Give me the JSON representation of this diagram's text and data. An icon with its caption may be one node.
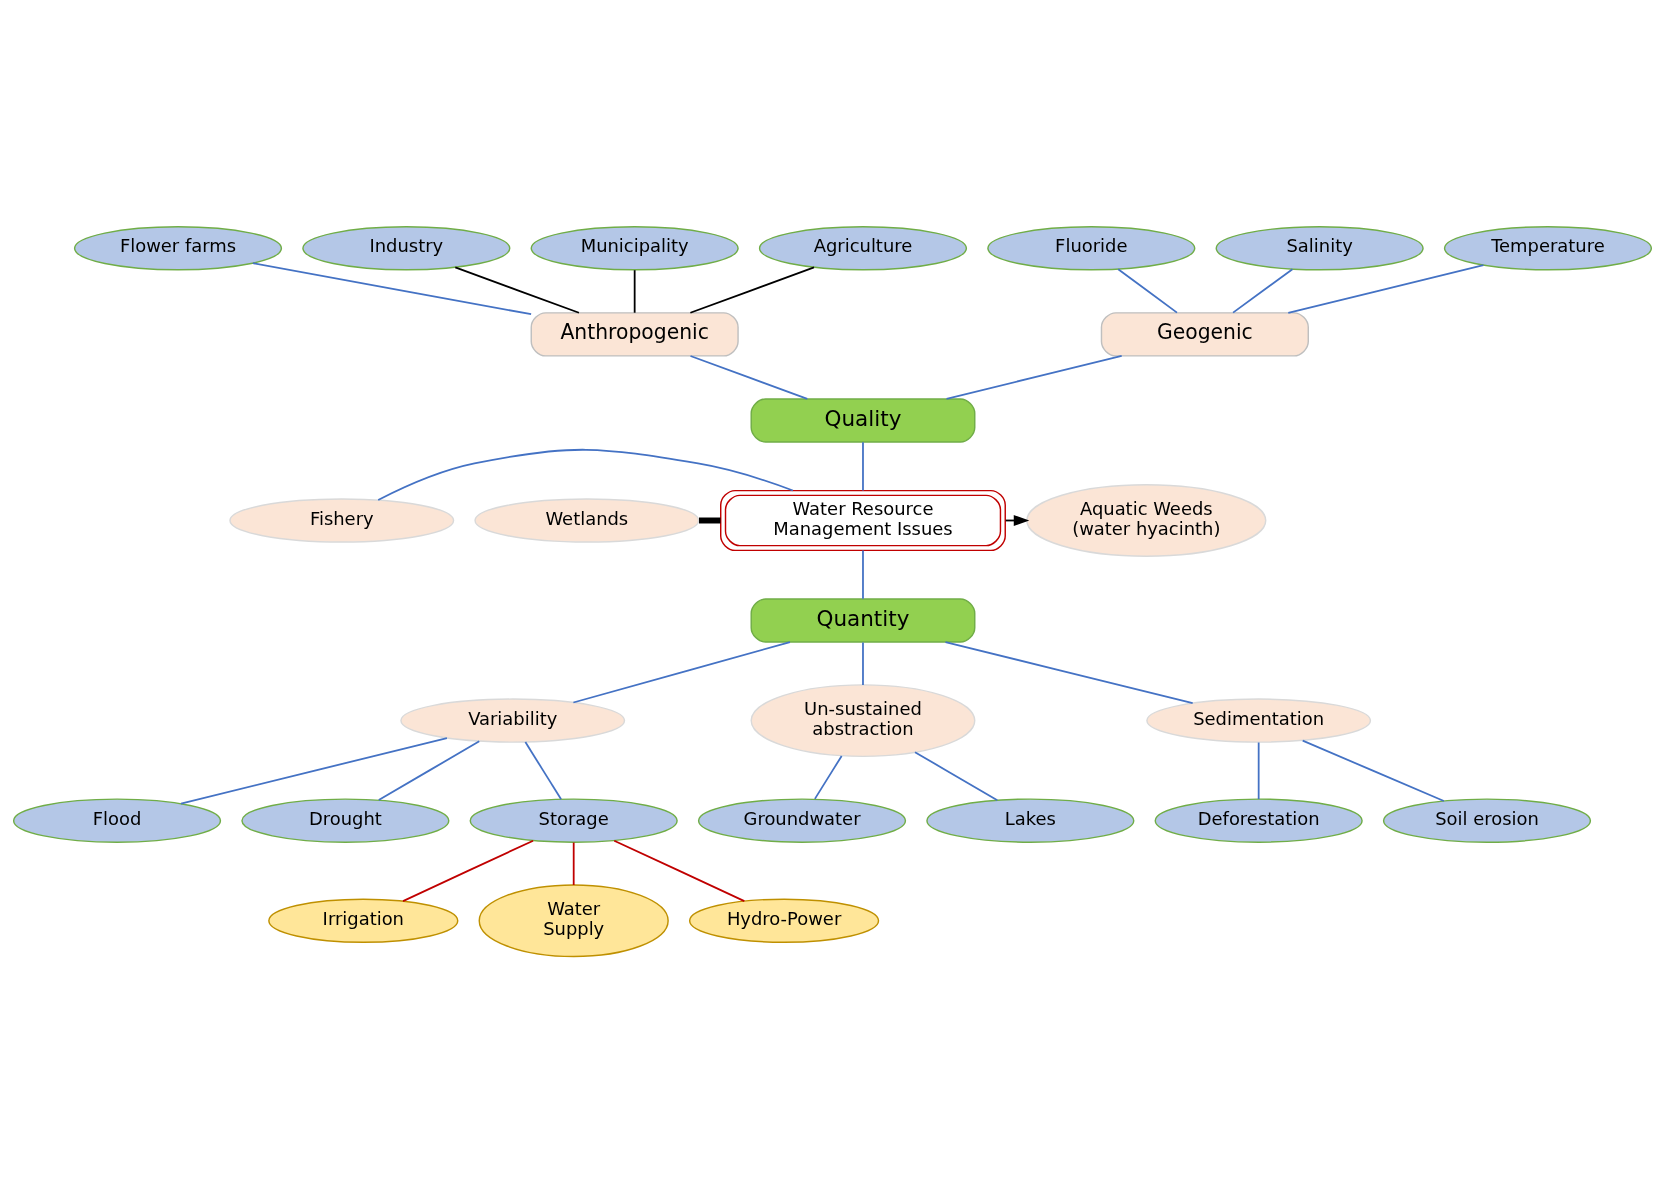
{
  "diagram": {
    "nodes": [
      {
        "text": [
          "Water Resource Management Issues"
        ]
      },
      {
        "text": [
          "Quality"
        ]
      },
      {
        "text": [
          "Anthropogenic"
        ]
      },
      {
        "text": [
          "Geogenic"
        ]
      },
      {
        "text": [
          "Flower farms"
        ]
      },
      {
        "text": [
          "Industry"
        ]
      },
      {
        "text": [
          "Municipality"
        ]
      },
      {
        "text": [
          "Agriculture"
        ]
      },
      {
        "text": [
          "Fluoride"
        ]
      },
      {
        "text": [
          "Salinity"
        ]
      },
      {
        "text": [
          "Temperature"
        ]
      },
      {
        "text": [
          "Fishery"
        ]
      },
      {
        "text": [
          "Wetlands"
        ]
      },
      {
        "text": [
          "Aquatic Weeds (water hyacinth)"
        ]
      },
      {
        "text": [
          "Quantity"
        ]
      },
      {
        "text": [
          "Variability"
        ]
      },
      {
        "text": [
          "Un-sustained abstraction"
        ]
      },
      {
        "text": [
          "Sedimentation"
        ]
      },
      {
        "text": [
          "Flood"
        ]
      },
      {
        "text": [
          "Drought"
        ]
      },
      {
        "text": [
          "Storage"
        ]
      },
      {
        "text": [
          "Irrigation"
        ]
      },
      {
        "text": [
          "Water Supply"
        ]
      },
      {
        "text": [
          "Hydro-Power"
        ]
      },
      {
        "text": [
          "Groundwater"
        ]
      },
      {
        "text": [
          "Lakes"
        ]
      },
      {
        "text": [
          "Deforestation"
        ]
      },
      {
        "text": [
          "Soil erosion"
        ]
      }
    ],
    "edges": [
      {
        "from": 1,
        "to": 0,
        "arrow": "none"
      },
      {
        "from": 2,
        "to": 1,
        "arrow": "none"
      },
      {
        "from": 3,
        "to": 1,
        "arrow": "none"
      },
      {
        "from": 4,
        "to": 2,
        "arrow": "none"
      },
      {
        "from": 5,
        "to": 2,
        "arrow": "none",
        "color": "#000000"
      },
      {
        "from": 6,
        "to": 2,
        "arrow": "none",
        "color": "#000000"
      },
      {
        "from": 7,
        "to": 2,
        "arrow": "none",
        "color": "#000000"
      },
      {
        "from": 8,
        "to": 3,
        "arrow": "none"
      },
      {
        "from": 9,
        "to": 3,
        "arrow": "none"
      },
      {
        "from": 10,
        "to": 3,
        "arrow": "none"
      },
      {
        "from": 11,
        "to": 0,
        "arrow": "none"
      },
      {
        "from": 12,
        "to": 0,
        "arrow": "none",
        "style": "thick",
        "color": "#000000"
      },
      {
        "from": 0,
        "to": 13,
        "arrow": "to",
        "color": "#000000"
      },
      {
        "from": 0,
        "to": 14,
        "arrow": "none"
      },
      {
        "from": 14,
        "to": 15,
        "arrow": "none"
      },
      {
        "from": 14,
        "to": 16,
        "arrow": "none"
      },
      {
        "from": 14,
        "to": 17,
        "arrow": "none"
      },
      {
        "from": 15,
        "to": 18,
        "arrow": "none"
      },
      {
        "from": 15,
        "to": 19,
        "arrow": "none"
      },
      {
        "from": 15,
        "to": 20,
        "arrow": "none"
      },
      {
        "from": 20,
        "to": 21,
        "arrow": "none",
        "color": "#c00000"
      },
      {
        "from": 20,
        "to": 22,
        "arrow": "none",
        "color": "#c00000"
      },
      {
        "from": 20,
        "to": 23,
        "arrow": "none",
        "color": "#c00000"
      },
      {
        "from": 16,
        "to": 24,
        "arrow": "none"
      },
      {
        "from": 16,
        "to": 25,
        "arrow": "none"
      },
      {
        "from": 17,
        "to": 26,
        "arrow": "none"
      },
      {
        "from": 17,
        "to": 27,
        "arrow": "none"
      }
    ]
  }
}
